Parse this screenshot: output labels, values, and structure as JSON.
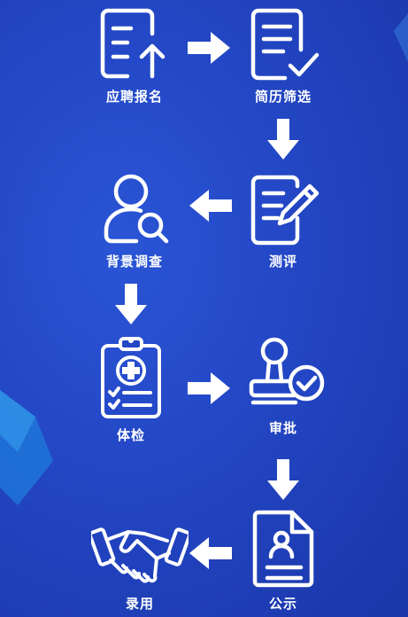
{
  "diagram": {
    "steps": [
      {
        "label": "应聘报名",
        "icon": "document-upload-icon"
      },
      {
        "label": "简历筛选",
        "icon": "checklist-document-icon"
      },
      {
        "label": "测评",
        "icon": "document-edit-icon"
      },
      {
        "label": "背景调查",
        "icon": "user-search-icon"
      },
      {
        "label": "体检",
        "icon": "medical-clipboard-icon"
      },
      {
        "label": "审批",
        "icon": "approval-stamp-icon"
      },
      {
        "label": "公示",
        "icon": "profile-document-icon"
      },
      {
        "label": "录用",
        "icon": "handshake-icon"
      }
    ],
    "colors": {
      "background": "#2346c4",
      "foreground": "#ffffff",
      "accent_shape": "#1e9ae8"
    }
  }
}
